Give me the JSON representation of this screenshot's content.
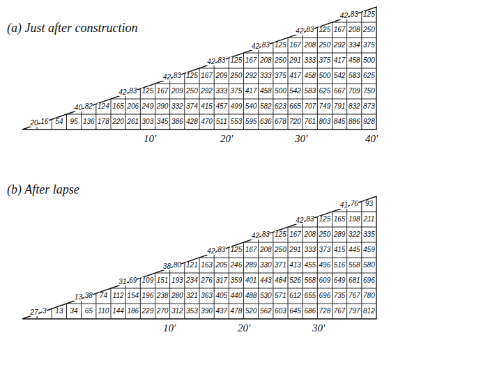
{
  "diagram": {
    "labels": [
      "(a) Just after construction",
      "42",
      "83",
      "125",
      "42",
      "83",
      "125",
      "167",
      "208",
      "250",
      "42",
      "83",
      "125",
      "167",
      "208",
      "250",
      "292",
      "334",
      "375",
      "42",
      "83",
      "125",
      "167",
      "208",
      "250",
      "291",
      "333",
      "375",
      "417",
      "458",
      "500",
      "42",
      "83",
      "125",
      "167",
      "209",
      "250",
      "292",
      "333",
      "375",
      "417",
      "458",
      "500",
      "542",
      "583",
      "625",
      "42",
      "83",
      "125",
      "167",
      "209",
      "250",
      "292",
      "333",
      "375",
      "417",
      "458",
      "500",
      "542",
      "583",
      "625",
      "667",
      "709",
      "750",
      "40",
      "82",
      "124",
      "165",
      "206",
      "249",
      "290",
      "332",
      "374",
      "415",
      "457",
      "499",
      "540",
      "582",
      "623",
      "665",
      "707",
      "749",
      "791",
      "832",
      "873",
      "20",
      "16",
      "54",
      "95",
      "136",
      "178",
      "220",
      "261",
      "303",
      "345",
      "386",
      "428",
      "470",
      "511",
      "553",
      "595",
      "636",
      "678",
      "720",
      "761",
      "803",
      "845",
      "886",
      "928",
      "10'",
      "20'",
      "30'",
      "40'",
      "(b) After lapse",
      "41",
      "76",
      "93",
      "42",
      "83",
      "125",
      "165",
      "198",
      "211",
      "42",
      "83",
      "125",
      "167",
      "208",
      "250",
      "289",
      "322",
      "335",
      "42",
      "83",
      "125",
      "167",
      "208",
      "250",
      "291",
      "333",
      "373",
      "415",
      "445",
      "459",
      "38",
      "80",
      "121",
      "163",
      "205",
      "246",
      "289",
      "330",
      "371",
      "413",
      "455",
      "496",
      "516",
      "568",
      "580",
      "31",
      "69",
      "109",
      "151",
      "193",
      "234",
      "276",
      "317",
      "359",
      "401",
      "443",
      "484",
      "526",
      "568",
      "609",
      "649",
      "681",
      "696",
      "13",
      "38",
      "74",
      "112",
      "154",
      "196",
      "238",
      "280",
      "321",
      "363",
      "405",
      "440",
      "488",
      "530",
      "571",
      "612",
      "655",
      "696",
      "735",
      "767",
      "780",
      "27",
      "3",
      "13",
      "34",
      "65",
      "110",
      "144",
      "186",
      "229",
      "270",
      "312",
      "353",
      "390",
      "437",
      "478",
      "520",
      "562",
      "603",
      "645",
      "686",
      "728",
      "767",
      "797",
      "812",
      "10'",
      "20'",
      "30'"
    ]
  }
}
